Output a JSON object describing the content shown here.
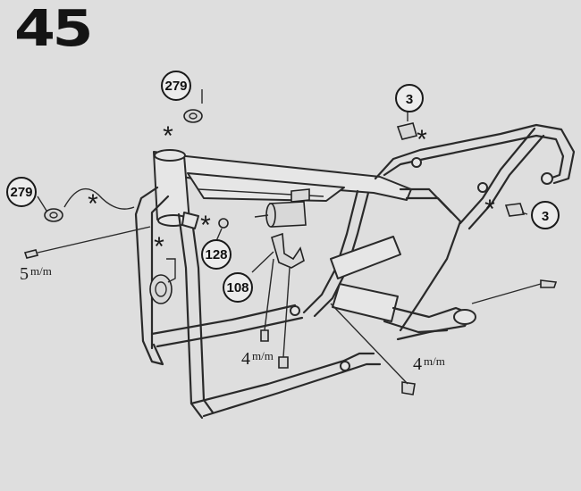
{
  "step": {
    "number": "45"
  },
  "callouts": [
    {
      "id": "279-top",
      "label": "279"
    },
    {
      "id": "279-left",
      "label": "279"
    },
    {
      "id": "3-top",
      "label": "3"
    },
    {
      "id": "3-right",
      "label": "3"
    },
    {
      "id": "128",
      "label": "128"
    },
    {
      "id": "108",
      "label": "108"
    }
  ],
  "dimensions": [
    {
      "id": "5mm",
      "value": "5",
      "unit": "m/m"
    },
    {
      "id": "4mm-center",
      "value": "4",
      "unit": "m/m"
    },
    {
      "id": "4mm-right",
      "value": "4",
      "unit": "m/m"
    }
  ],
  "glue_marker": "*",
  "colors": {
    "background": "#dedede",
    "ink": "#1a1a1a"
  }
}
